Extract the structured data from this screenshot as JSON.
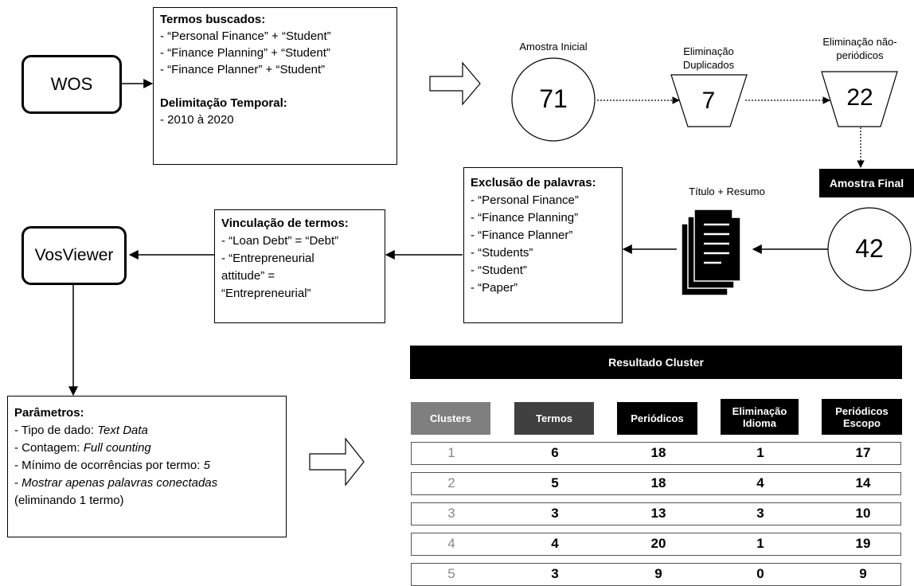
{
  "wos": {
    "label": "WOS"
  },
  "search_box": {
    "title": "Termos buscados:",
    "lines": [
      "- “Personal Finance” + “Student”",
      "- “Finance Planning” + “Student”",
      "- “Finance Planner” + “Student”"
    ],
    "period_title": "Delimitação Temporal:",
    "period_line": "- 2010 à 2020"
  },
  "initial_sample": {
    "label": "Amostra Inicial",
    "value": "71"
  },
  "duplicates": {
    "label_line1": "Eliminação",
    "label_line2": "Duplicados",
    "value": "7"
  },
  "non_periodicals": {
    "label_line1": "Eliminação não-",
    "label_line2": "periódicos",
    "value": "22"
  },
  "final_sample": {
    "label": "Amostra Final",
    "value": "42"
  },
  "title_abstract": {
    "label": "Título + Resumo"
  },
  "exclusion_box": {
    "title": "Exclusão de palavras:",
    "lines": [
      "- “Personal Finance”",
      "- “Finance Planning”",
      "- “Finance Planner”",
      "- “Students”",
      "- “Student”",
      "- “Paper”"
    ]
  },
  "linking_box": {
    "title": "Vinculação de termos:",
    "lines": [
      "- “Loan Debt” = “Debt”",
      "- “Entrepreneurial",
      "attitude” =",
      "“Entrepreneurial”"
    ]
  },
  "vosviewer": {
    "label": "VosViewer"
  },
  "params_box": {
    "title": "Parâmetros:",
    "line1_prefix": "- Tipo de dado: ",
    "line1_italic": "Text Data",
    "line2_prefix": "- Contagem: ",
    "line2_italic": "Full counting",
    "line3_prefix": "- Mínimo de ocorrências por termo: ",
    "line3_italic": "5",
    "line4_prefix": "- ",
    "line4_italic": "Mostrar apenas palavras conectadas",
    "line5": "(eliminando 1 termo)"
  },
  "result_table": {
    "title": "Resultado Cluster",
    "headers": [
      "Clusters",
      "Termos",
      "Periódicos",
      "Eliminação Idioma",
      "Periódicos Escopo"
    ],
    "header_colors": [
      "#7f7f7f",
      "#404040",
      "#000000",
      "#000000",
      "#000000"
    ],
    "rows": [
      [
        "1",
        "6",
        "18",
        "1",
        "17"
      ],
      [
        "2",
        "5",
        "18",
        "4",
        "14"
      ],
      [
        "3",
        "3",
        "13",
        "3",
        "10"
      ],
      [
        "4",
        "4",
        "20",
        "1",
        "19"
      ],
      [
        "5",
        "3",
        "9",
        "0",
        "9"
      ]
    ]
  }
}
